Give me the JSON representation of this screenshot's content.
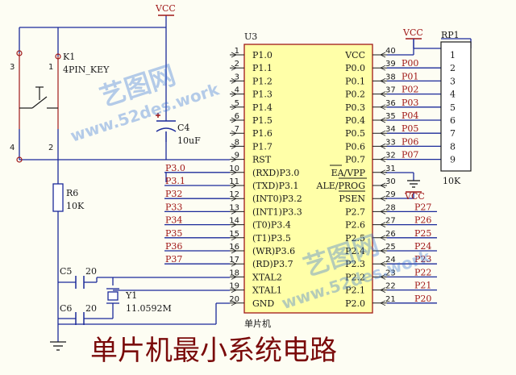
{
  "title": "单片机最小系统电路",
  "vcc_label": "VCC",
  "u3": {
    "ref": "U3",
    "name": "单片机",
    "left_pins": [
      {
        "num": "1",
        "name": "P1.0",
        "net": ""
      },
      {
        "num": "2",
        "name": "P1.1",
        "net": ""
      },
      {
        "num": "3",
        "name": "P1.2",
        "net": ""
      },
      {
        "num": "4",
        "name": "P1.3",
        "net": ""
      },
      {
        "num": "5",
        "name": "P1.4",
        "net": ""
      },
      {
        "num": "6",
        "name": "P1.5",
        "net": ""
      },
      {
        "num": "7",
        "name": "P1.6",
        "net": ""
      },
      {
        "num": "8",
        "name": "P1.7",
        "net": ""
      },
      {
        "num": "9",
        "name": "RST",
        "net": ""
      },
      {
        "num": "10",
        "name": "(RXD)P3.0",
        "net": "P3.0"
      },
      {
        "num": "11",
        "name": "(TXD)P3.1",
        "net": "P3.1"
      },
      {
        "num": "12",
        "name": "(INT0)P3.2",
        "net": "P32"
      },
      {
        "num": "13",
        "name": "(INT1)P3.3",
        "net": "P33"
      },
      {
        "num": "14",
        "name": "(T0)P3.4",
        "net": "P34"
      },
      {
        "num": "15",
        "name": "(T1)P3.5",
        "net": "P35"
      },
      {
        "num": "16",
        "name": "(WR)P3.6",
        "net": "P36"
      },
      {
        "num": "17",
        "name": "(RD)P3.7",
        "net": "P37"
      },
      {
        "num": "18",
        "name": "XTAL2",
        "net": ""
      },
      {
        "num": "19",
        "name": "XTAL1",
        "net": ""
      },
      {
        "num": "20",
        "name": "GND",
        "net": ""
      }
    ],
    "right_pins": [
      {
        "num": "40",
        "name": "VCC",
        "net": ""
      },
      {
        "num": "39",
        "name": "P0.0",
        "net": "P00"
      },
      {
        "num": "38",
        "name": "P0.1",
        "net": "P01"
      },
      {
        "num": "37",
        "name": "P0.2",
        "net": "P02"
      },
      {
        "num": "36",
        "name": "P0.3",
        "net": "P03"
      },
      {
        "num": "35",
        "name": "P0.4",
        "net": "P04"
      },
      {
        "num": "34",
        "name": "P0.5",
        "net": "P05"
      },
      {
        "num": "33",
        "name": "P0.6",
        "net": "P06"
      },
      {
        "num": "32",
        "name": "P0.7",
        "net": "P07"
      },
      {
        "num": "31",
        "name": "EA/VPP",
        "net": ""
      },
      {
        "num": "30",
        "name": "ALE/PROG",
        "net": ""
      },
      {
        "num": "29",
        "name": "PSEN",
        "net": ""
      },
      {
        "num": "28",
        "name": "P2.7",
        "net": "P27"
      },
      {
        "num": "27",
        "name": "P2.6",
        "net": "P26"
      },
      {
        "num": "26",
        "name": "P2.5",
        "net": "P25"
      },
      {
        "num": "25",
        "name": "P2.4",
        "net": "P24"
      },
      {
        "num": "24",
        "name": "P2.3",
        "net": "P23"
      },
      {
        "num": "23",
        "name": "P2.2",
        "net": "P22"
      },
      {
        "num": "22",
        "name": "P2.1",
        "net": "P21"
      },
      {
        "num": "21",
        "name": "P2.0",
        "net": "P20"
      }
    ]
  },
  "rp1": {
    "ref": "RP1",
    "value": "10K",
    "pins": [
      "1",
      "2",
      "3",
      "4",
      "5",
      "6",
      "7",
      "8",
      "9"
    ]
  },
  "k1": {
    "ref": "K1",
    "type": "4PIN_KEY",
    "pins": [
      "3",
      "1",
      "4",
      "2"
    ]
  },
  "c4": {
    "ref": "C4",
    "value": "10uF"
  },
  "r6": {
    "ref": "R6",
    "value": "10K"
  },
  "c5": {
    "ref": "C5",
    "value": "20"
  },
  "c6": {
    "ref": "C6",
    "value": "20"
  },
  "y1": {
    "ref": "Y1",
    "value": "11.0592M"
  },
  "watermark": [
    "艺图网",
    "www.52des.work"
  ],
  "colors": {
    "wire": "#1b2a9a",
    "chip_fill": "#ffffa8",
    "chip_border": "#a01818",
    "net_label": "#a01818",
    "title": "#7a0a0a",
    "pin_stub": "#1a1a1a"
  }
}
